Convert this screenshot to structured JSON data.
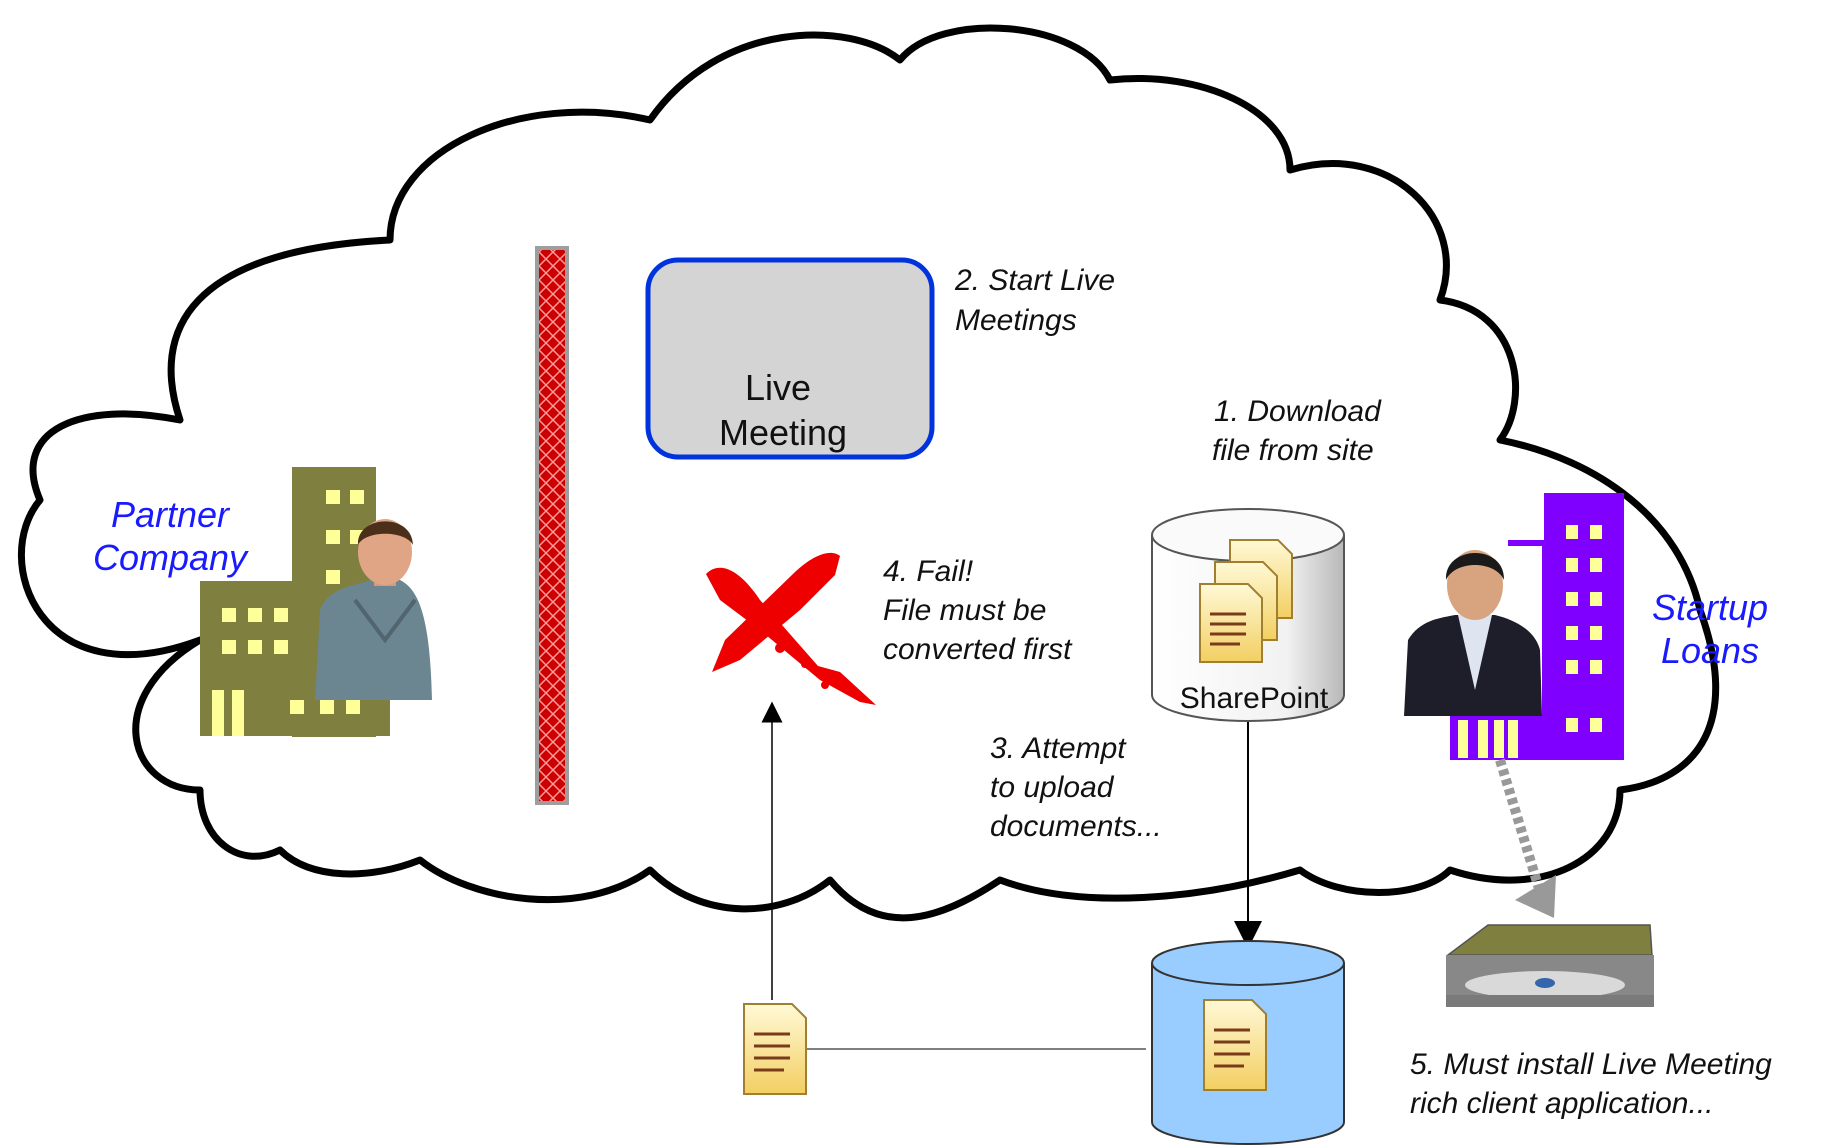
{
  "partner": {
    "line1": "Partner",
    "line2": "Company"
  },
  "startup": {
    "line1": "Startup",
    "line2": "Loans"
  },
  "live_meeting": {
    "line1": "Live",
    "line2": "Meeting"
  },
  "sharepoint": {
    "label": "SharePoint"
  },
  "steps": {
    "s1": {
      "line1": "1. Download",
      "line2": "file from site"
    },
    "s2": {
      "line1": "2. Start Live",
      "line2": "Meetings"
    },
    "s3": {
      "line1": "3. Attempt",
      "line2": "to upload",
      "line3": "documents..."
    },
    "s4": {
      "line1": "4. Fail!",
      "line2": "File must be",
      "line3": "converted first"
    },
    "s5": {
      "line1": "5. Must install Live Meeting",
      "line2": "rich client application..."
    }
  },
  "colors": {
    "partner_building": "#7f7f3f",
    "startup_building": "#7f00ff",
    "firewall": "#cc0000",
    "live_meeting_border": "#0033dd",
    "live_meeting_fill": "#d4d4d4",
    "local_store_fill": "#99ccff",
    "fail_mark": "#ee0000"
  },
  "icons": [
    "cloud-shape",
    "firewall-bar",
    "person-photo",
    "building-icon",
    "document-icon",
    "cylinder-icon",
    "x-mark-icon",
    "dvd-drive-icon"
  ]
}
